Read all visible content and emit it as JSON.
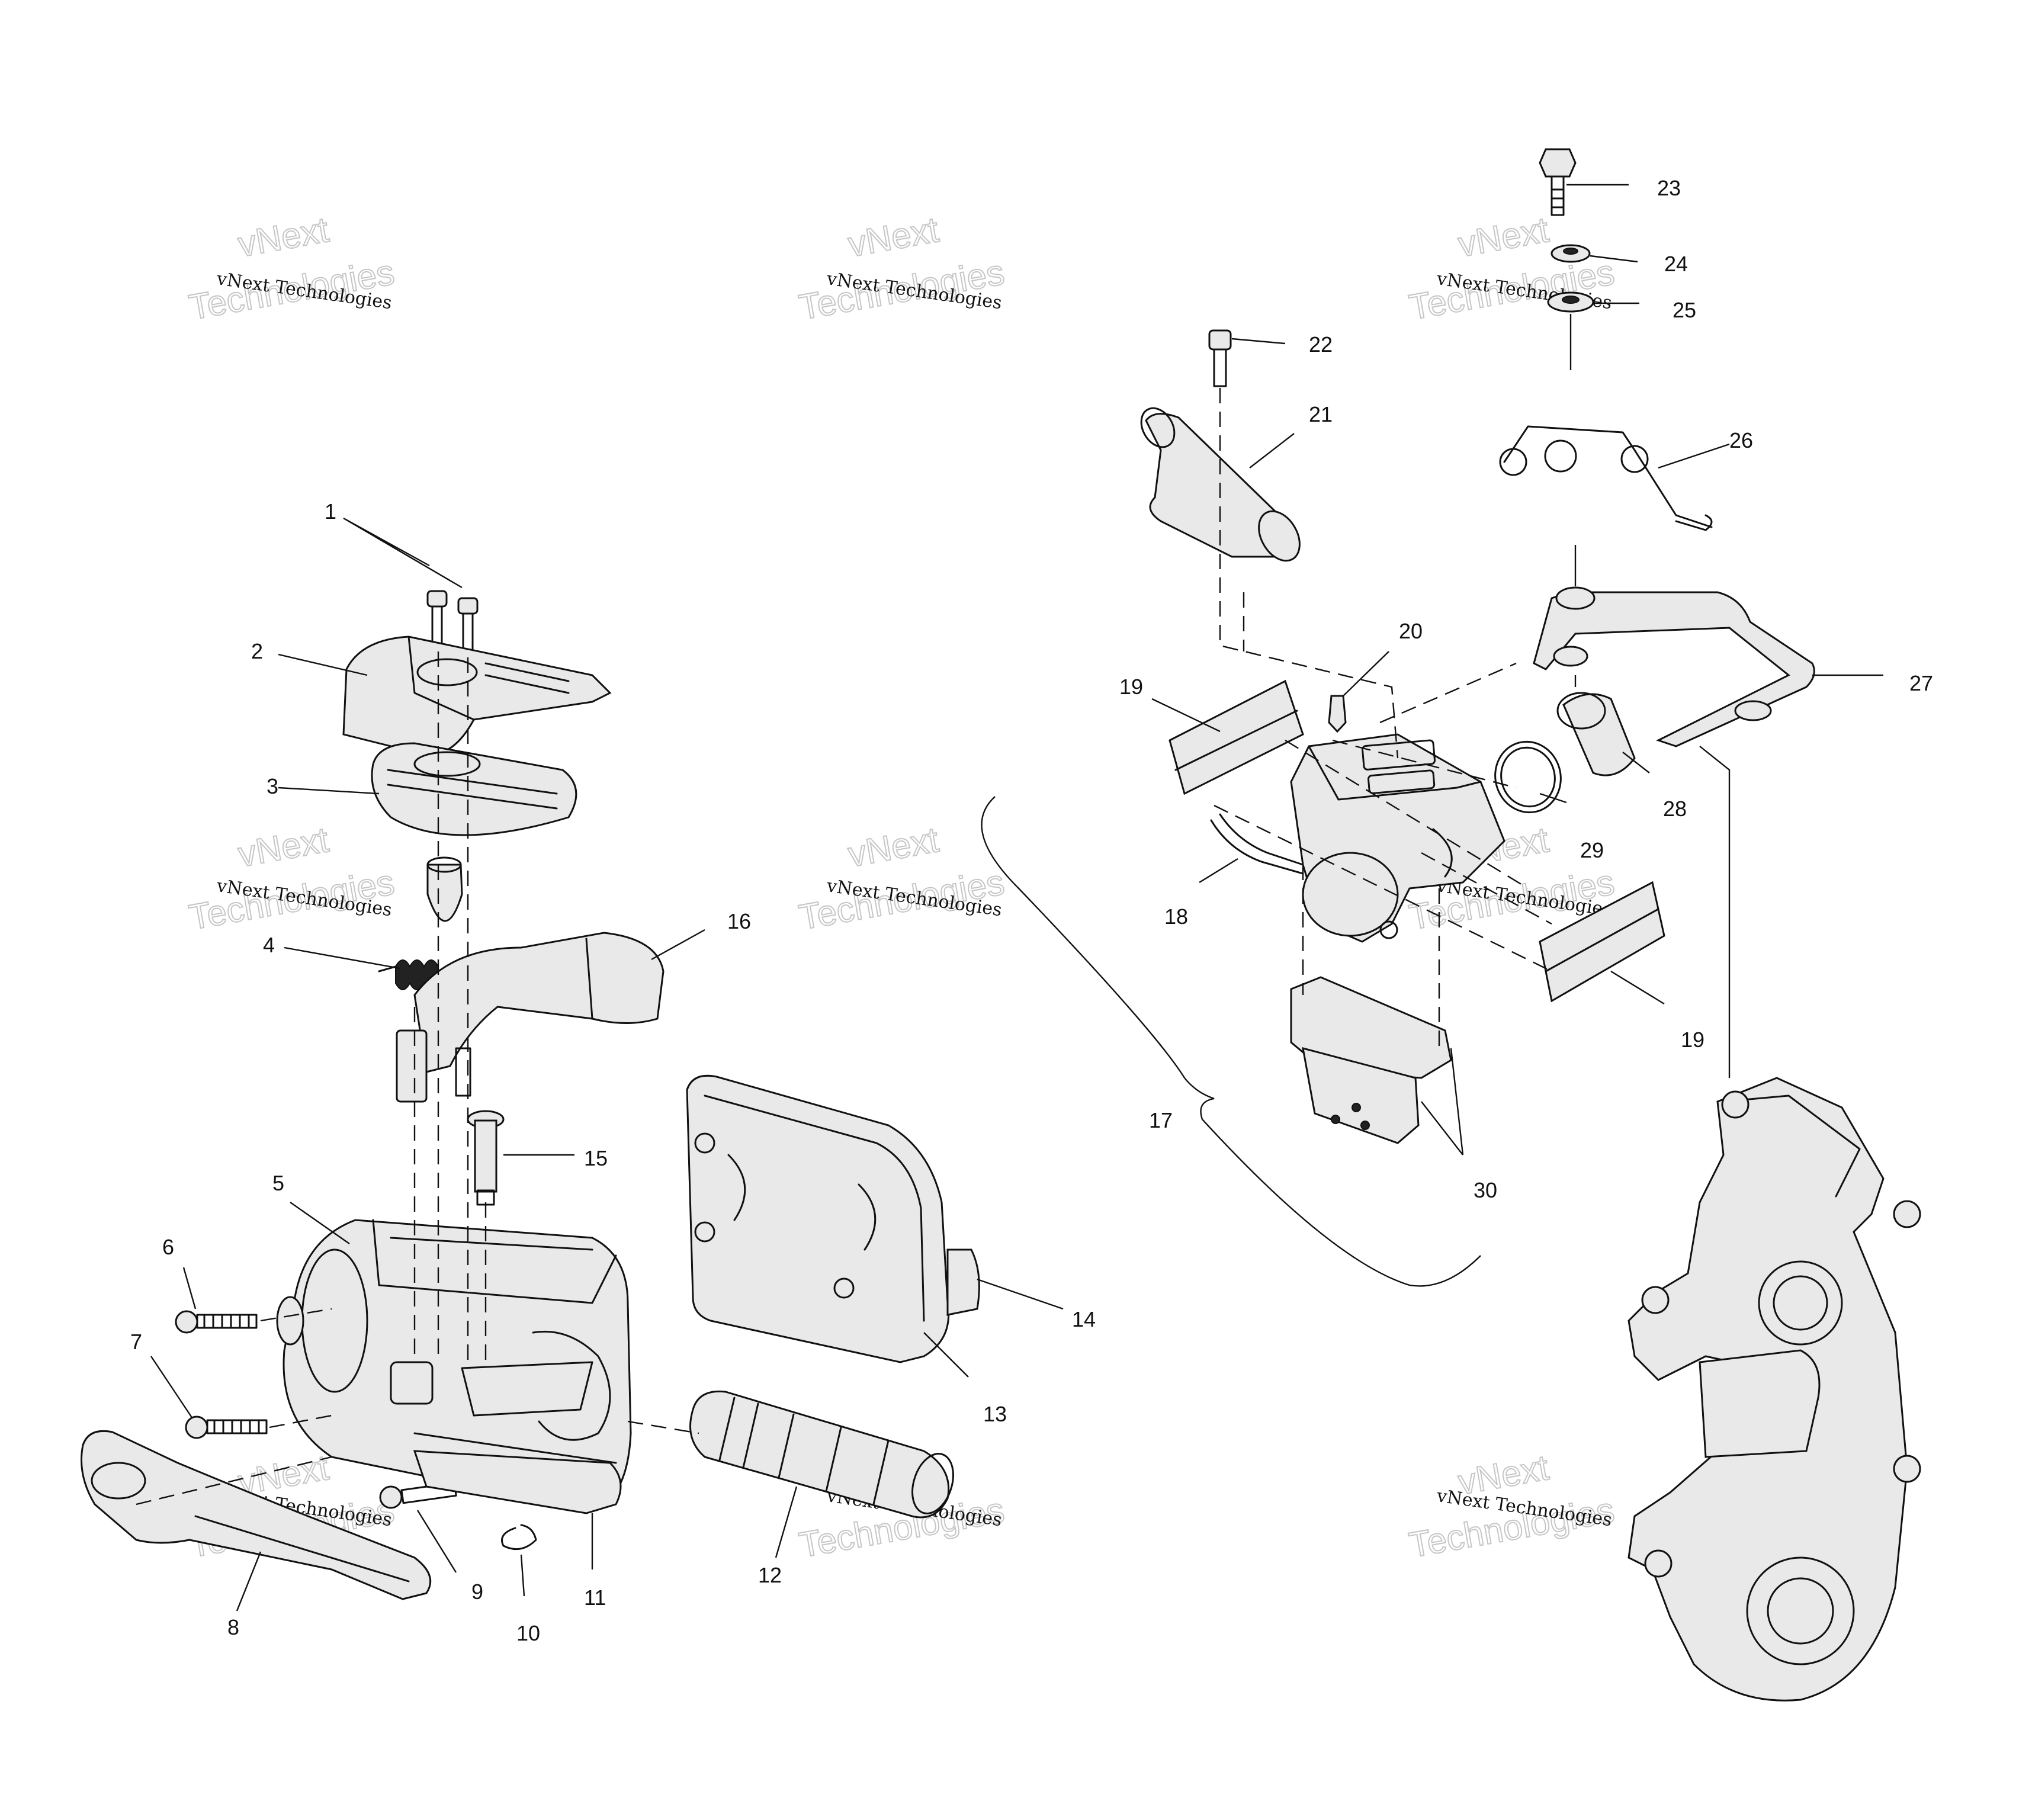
{
  "callouts": {
    "c1": "1",
    "c2": "2",
    "c3": "3",
    "c4": "4",
    "c5": "5",
    "c6": "6",
    "c7": "7",
    "c8": "8",
    "c9": "9",
    "c10": "10",
    "c11": "11",
    "c12": "12",
    "c13": "13",
    "c14": "14",
    "c15": "15",
    "c16": "16",
    "c17": "17",
    "c18": "18",
    "c19a": "19",
    "c19b": "19",
    "c20": "20",
    "c21": "21",
    "c22": "22",
    "c23": "23",
    "c24": "24",
    "c25": "25",
    "c26": "26",
    "c27": "27",
    "c28": "28",
    "c29": "29",
    "c30": "30"
  },
  "watermark": {
    "line1": "vNext",
    "line2": "Technologies",
    "small": "vNext Technologies"
  }
}
